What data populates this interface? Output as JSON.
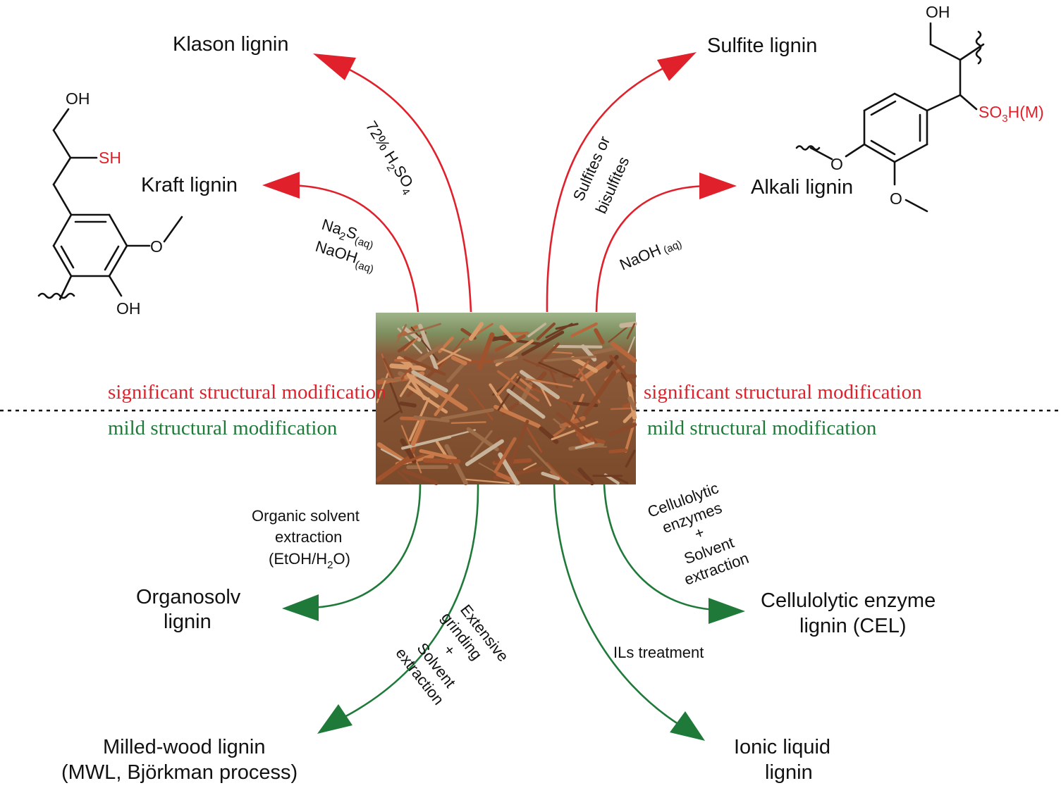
{
  "products": {
    "klason": "Klason lignin",
    "kraft": "Kraft lignin",
    "sulfite": "Sulfite lignin",
    "alkali": "Alkali lignin",
    "organosolv_line1": "Organosolv",
    "organosolv_line2": "lignin",
    "mwl_line1": "Milled-wood lignin",
    "mwl_line2": "(MWL, Björkman process)",
    "cel_line1": "Cellulolytic enzyme",
    "cel_line2": "lignin (CEL)",
    "il_line1": "Ionic liquid",
    "il_line2": "lignin"
  },
  "conditions": {
    "klason_a": "72% H",
    "klason_sub": "2",
    "klason_b": "SO",
    "klason_sub2": "4",
    "kraft_1a": "Na",
    "kraft_1sub": "2",
    "kraft_1b": "S",
    "kraft_1sub2": "(aq)",
    "kraft_2a": "NaOH",
    "kraft_2sub": "(aq)",
    "sulfite_1": "Sulfites or",
    "sulfite_2": "bisulfites",
    "alkali_a": "NaOH",
    "alkali_sub": "(aq)",
    "organosolv_1": "Organic solvent",
    "organosolv_2": "extraction",
    "organosolv_3a": "(EtOH/H",
    "organosolv_3sub": "2",
    "organosolv_3b": "O)",
    "mwl_1": "Extensive",
    "mwl_2": "grinding",
    "mwl_3": "+",
    "mwl_4": "Solvent",
    "mwl_5": "extraction",
    "cel_1": "Cellulolytic",
    "cel_2": "enzymes",
    "cel_3": "+",
    "cel_4": "Solvent",
    "cel_5": "extraction",
    "il_1": "ILs treatment"
  },
  "zones": {
    "significant_left": "significant  structural modification",
    "significant_right": "significant  structural modification",
    "mild_left": "mild structural modification",
    "mild_right": "mild  structural modification"
  },
  "structures": {
    "kraft": {
      "oh_top": "OH",
      "sh": "SH",
      "oh_bottom": "OH"
    },
    "sulfite": {
      "oh_top": "OH",
      "so3h_a": "SO",
      "so3h_sub": "3",
      "so3h_b": "H(M)",
      "ring_o": "O",
      "ome_o": "O"
    }
  },
  "colors": {
    "harsh": "#e0202a",
    "mild": "#1f7a3a",
    "text": "#111111"
  },
  "photo": {
    "subject": "wood chips"
  }
}
